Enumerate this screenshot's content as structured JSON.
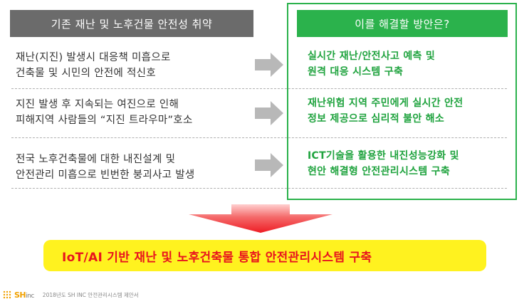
{
  "left_header": "기존 재난 및 노후건물 안전성 취약",
  "right_header": "이를 해결할 방안은?",
  "rows": [
    {
      "problem": [
        "재난(지진) 발생시 대응책 미흡으로",
        "건축물 및 시민의 안전에 적신호"
      ],
      "solution": [
        "실시간 재난/안전사고 예측 및",
        "원격 대응 시스템 구축"
      ]
    },
    {
      "problem": [
        "지진 발생 후 지속되는 여진으로 인해",
        "피해지역 사람들의 “지진 트라우마”호소"
      ],
      "solution": [
        "재난위험 지역 주민에게 실시간 안전",
        "정보 제공으로 심리적 불안 해소"
      ]
    },
    {
      "problem": [
        "전국 노후건축물에 대한 내진설계 및",
        "안전관리 미흡으로 빈번한 붕괴사고 발생"
      ],
      "solution": [
        "ICT기술을 활용한 내진성능강화 및",
        "현안 해결형 안전관리시스템 구축"
      ]
    }
  ],
  "result": "IoT/AI 기반 재난 및 노후건축물 통합 안전관리시스템 구축",
  "footer": {
    "logo_main": "SH",
    "logo_suffix": "inc",
    "note": "2018년도 SH INC 안전관리시스템 제안서"
  },
  "colors": {
    "green": "#2bb24c",
    "gray_header": "#6b6b6b",
    "highlight": "#fff21f",
    "result_text": "#e8141e",
    "arrow_red": "#ee1c24"
  }
}
